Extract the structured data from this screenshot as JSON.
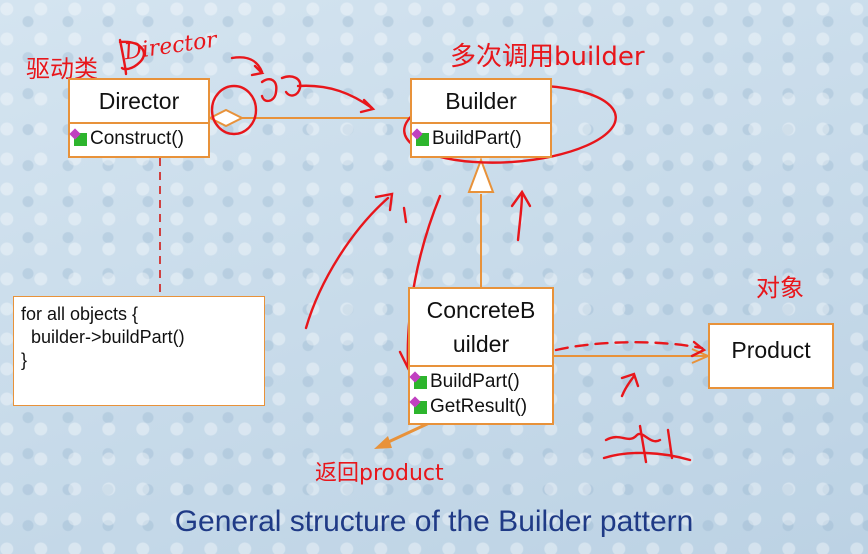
{
  "classes": {
    "director": {
      "name": "Director",
      "method": "Construct()"
    },
    "builder": {
      "name": "Builder",
      "method": "BuildPart()"
    },
    "concrete_builder": {
      "name_line1": "ConcreteB",
      "name_line2": "uilder",
      "methods": [
        "BuildPart()",
        "GetResult()"
      ]
    },
    "product": {
      "name": "Product"
    }
  },
  "note": {
    "lines": [
      "for all objects {",
      "  builder->buildPart()",
      "}"
    ]
  },
  "annotations": {
    "driver_class": "驱动类",
    "calls_builder_multiple": "多次调用builder",
    "object": "对象",
    "returns_product": "返回product",
    "handwritten_director": "Director"
  },
  "caption": "General structure of the Builder pattern",
  "colors": {
    "box_border": "#e8923a",
    "annotation": "#e8161b",
    "caption": "#1f3a86",
    "method_icon": "#2db52d"
  }
}
